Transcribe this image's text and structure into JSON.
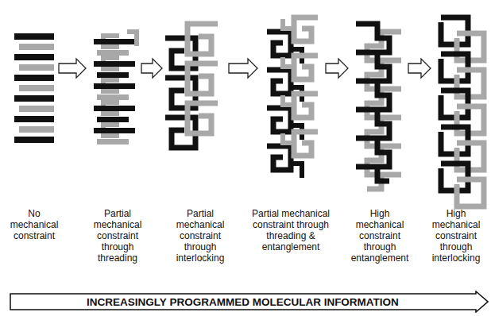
{
  "diagram": {
    "nodes": [
      {
        "text": [
          "INCREASINGLY PROGRAMMED MOLECULAR INFORMATION"
        ]
      }
    ],
    "labels": [
      "No mechanical constraint",
      "Partial mechanical constraint through threading",
      "Partial mechanical constraint through interlocking",
      "Partial mechanical constraint through threading & entanglement",
      "High mechanical constraint through entanglement",
      "High mechanical constraint through interlocking"
    ]
  }
}
